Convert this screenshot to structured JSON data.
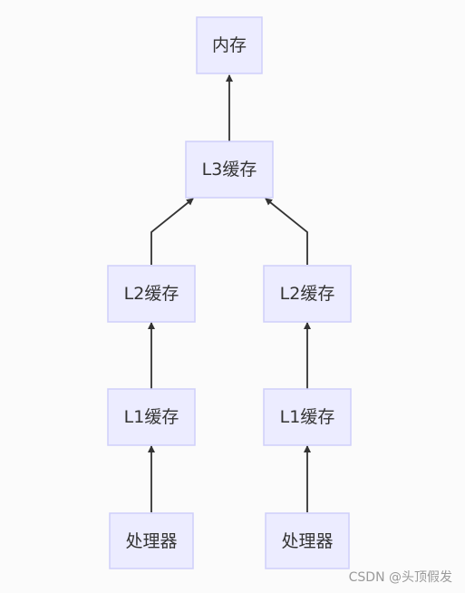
{
  "diagram": {
    "nodes": {
      "memory": "内存",
      "l3": "L3缓存",
      "l2_left": "L2缓存",
      "l2_right": "L2缓存",
      "l1_left": "L1缓存",
      "l1_right": "L1缓存",
      "cpu_left": "处理器",
      "cpu_right": "处理器"
    },
    "edges": [
      {
        "from": "l3",
        "to": "memory"
      },
      {
        "from": "l2_left",
        "to": "l3"
      },
      {
        "from": "l2_right",
        "to": "l3"
      },
      {
        "from": "l1_left",
        "to": "l2_left"
      },
      {
        "from": "l1_right",
        "to": "l2_right"
      },
      {
        "from": "cpu_left",
        "to": "l1_left"
      },
      {
        "from": "cpu_right",
        "to": "l1_right"
      }
    ],
    "colors": {
      "node_fill": "#ececff",
      "node_border": "#cfcffa",
      "edge": "#333333",
      "text": "#333333"
    }
  },
  "watermark": "CSDN @头顶假发"
}
